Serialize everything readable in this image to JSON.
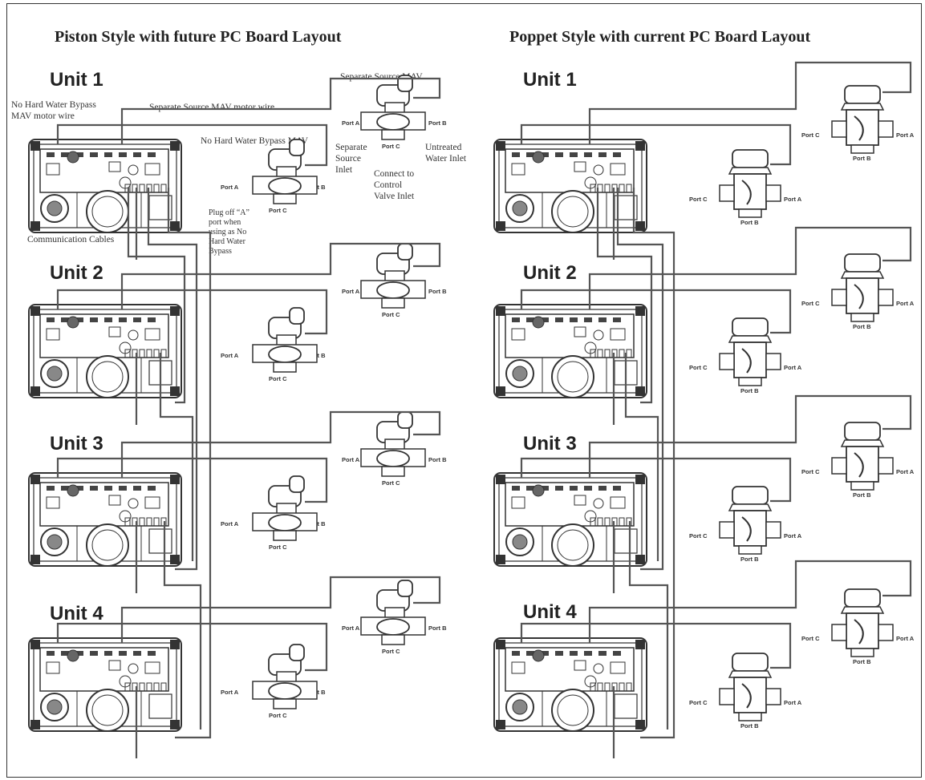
{
  "titles": {
    "left": "Piston Style with future PC Board Layout",
    "right": "Poppet Style with current PC Board Layout"
  },
  "units": [
    "Unit 1",
    "Unit 2",
    "Unit 3",
    "Unit 4"
  ],
  "notes": {
    "no_bypass_wire": "No Hard Water Bypass MAV motor wire",
    "source_wire": "Separate Source MAV motor wire",
    "source_mav": "Separate Source MAV",
    "bypass_mav": "No Hard Water Bypass MAV",
    "source_inlet": "Separate Source Inlet",
    "untreated": "Untreated Water Inlet",
    "connect": "Connect to Control Valve Inlet",
    "plug": "Plug off “A” port when using as No Hard Water Bypass",
    "comm": "Communication Cables"
  },
  "ports": {
    "a": "Port A",
    "b": "Port B",
    "c": "Port C"
  },
  "colors": {
    "line": "#333333",
    "wire": "#555555"
  }
}
